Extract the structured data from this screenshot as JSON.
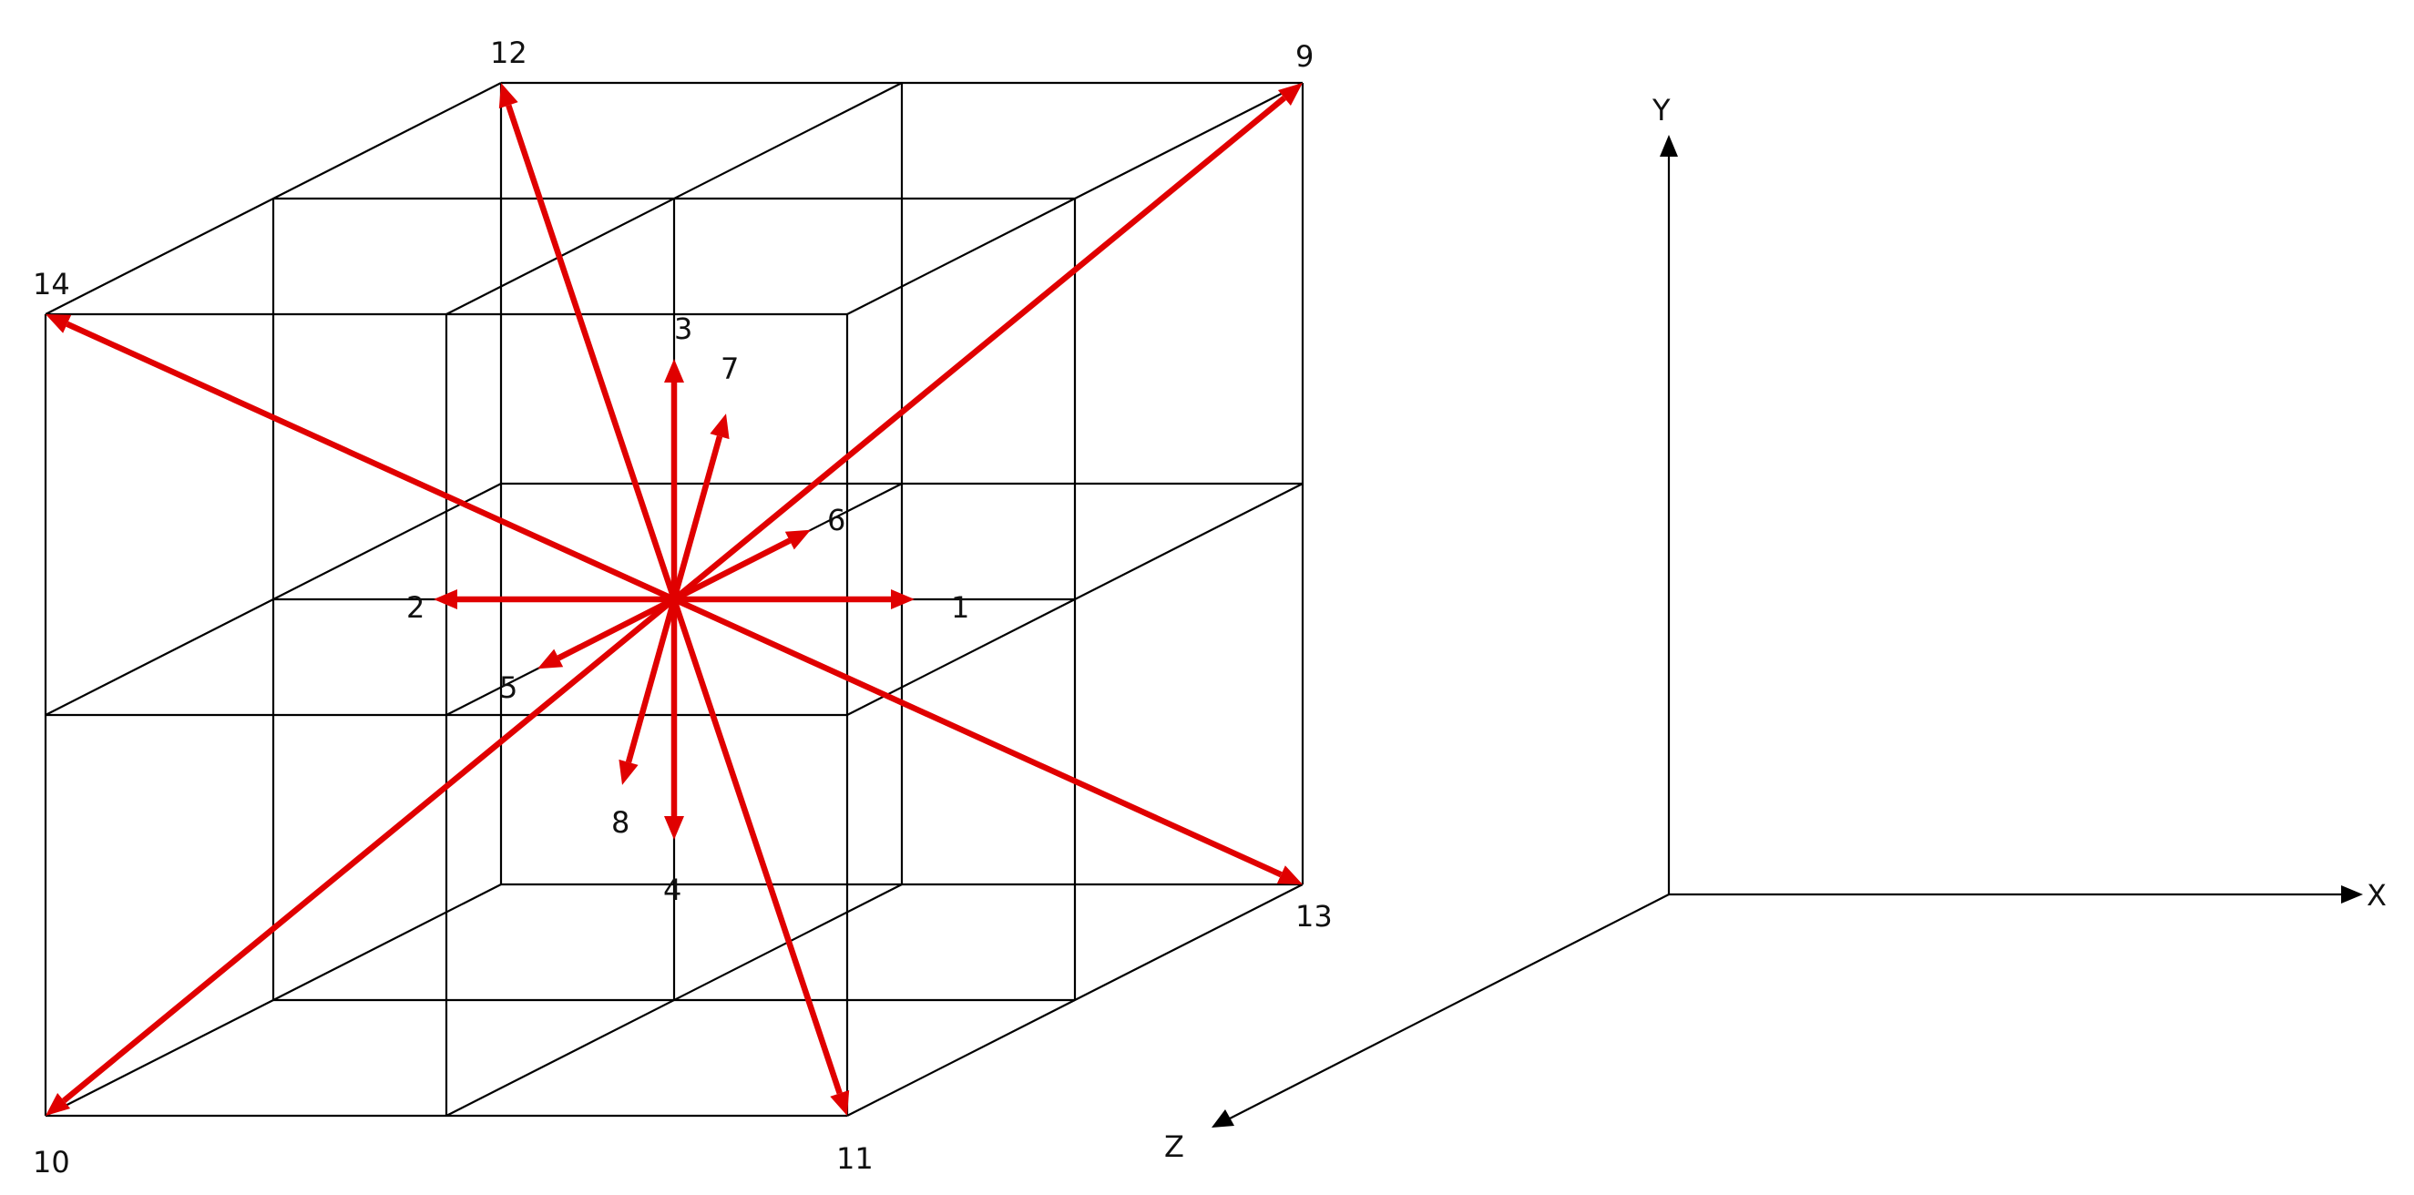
{
  "diagram": {
    "vectors": [
      {
        "id": "1",
        "label": "1"
      },
      {
        "id": "2",
        "label": "2"
      },
      {
        "id": "3",
        "label": "3"
      },
      {
        "id": "4",
        "label": "4"
      },
      {
        "id": "5",
        "label": "5"
      },
      {
        "id": "6",
        "label": "6"
      },
      {
        "id": "7",
        "label": "7"
      },
      {
        "id": "8",
        "label": "8"
      },
      {
        "id": "9",
        "label": "9"
      },
      {
        "id": "10",
        "label": "10"
      },
      {
        "id": "11",
        "label": "11"
      },
      {
        "id": "12",
        "label": "12"
      },
      {
        "id": "13",
        "label": "13"
      },
      {
        "id": "14",
        "label": "14"
      }
    ],
    "axes": {
      "x": "X",
      "y": "Y",
      "z": "Z"
    },
    "colors": {
      "vector": "#e00000",
      "grid": "#000000",
      "background": "#ffffff"
    }
  }
}
